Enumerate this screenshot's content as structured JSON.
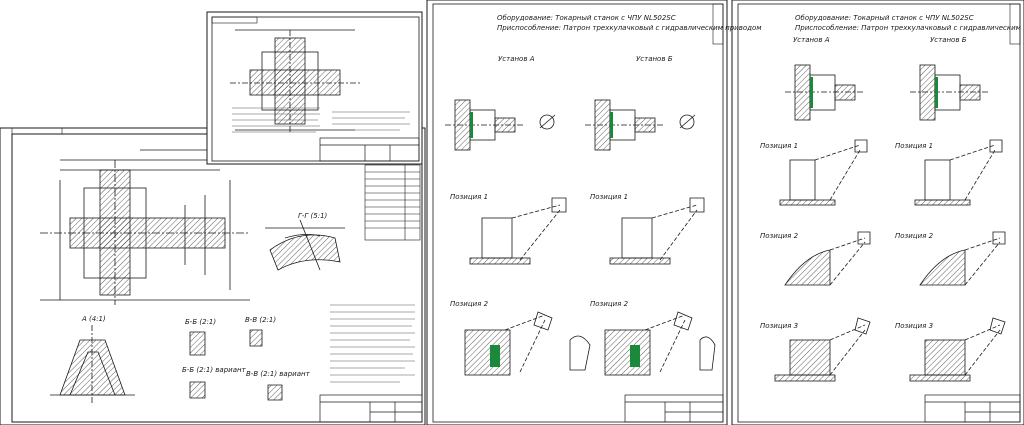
{
  "sheet_right": {
    "equipment": "Оборудование: Токарный станок с ЧПУ NL502SC",
    "fixture": "Приспособление: Патрон трехкулачковый с гидравлическим приводом",
    "setup_a": "Установ А",
    "setup_b": "Установ Б",
    "positions": [
      "Позиция 1",
      "Позиция 1",
      "Позиция 2",
      "Позиция 2",
      "Позиция 3",
      "Позиция 3"
    ]
  },
  "sheet_middle": {
    "equipment": "Оборудование: Токарный станок с ЧПУ NL502SC",
    "fixture": "Приспособление: Патрон трехкулачковый с гидравлическим приводом",
    "setup_a": "Установ А",
    "setup_b": "Установ Б",
    "positions": [
      "Позиция 1",
      "Позиция 1",
      "Позиция 2",
      "Позиция 2"
    ]
  },
  "sheet_left": {
    "section_gg": "Г-Г (5:1)",
    "view_a": "А (4:1)",
    "section_bb": "Б-Б (2:1)",
    "section_vv": "В-В (2:1)",
    "section_vv_variant": "В-В (2:1) вариант",
    "section_bb_variant": "Б-Б (2:1) вариант"
  },
  "colors": {
    "line": "#1a1a1a",
    "accent_green": "#1a8a3a",
    "paper": "#ffffff"
  }
}
